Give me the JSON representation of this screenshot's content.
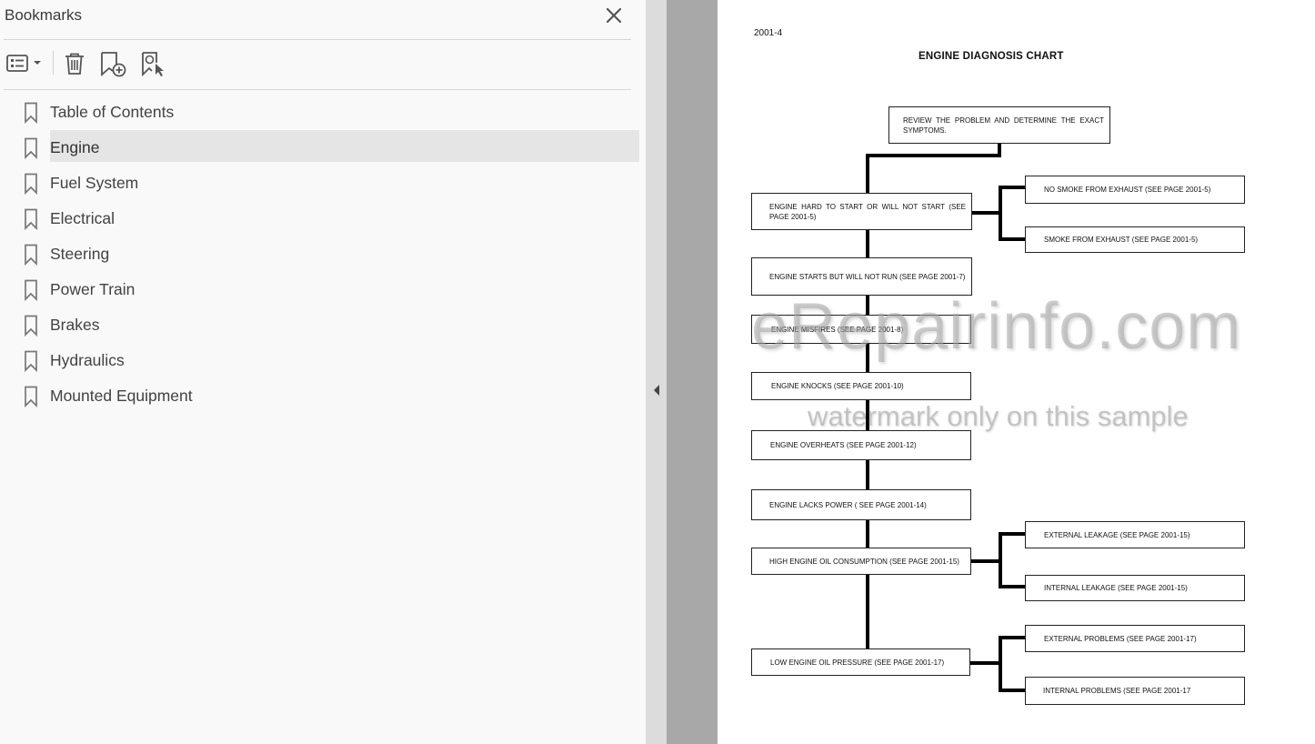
{
  "panel": {
    "title": "Bookmarks",
    "close_icon": "close-icon",
    "toolbar": [
      {
        "name": "options-menu-button",
        "icon": "list-options-icon"
      },
      {
        "name": "delete-bookmark-button",
        "icon": "trash-icon"
      },
      {
        "name": "add-bookmark-button",
        "icon": "bookmark-add-icon"
      },
      {
        "name": "find-bookmark-button",
        "icon": "bookmark-search-icon"
      }
    ],
    "bookmarks": [
      {
        "label": "Table of Contents",
        "selected": false
      },
      {
        "label": "Engine",
        "selected": true
      },
      {
        "label": "Fuel System",
        "selected": false
      },
      {
        "label": "Electrical",
        "selected": false
      },
      {
        "label": "Steering",
        "selected": false
      },
      {
        "label": "Power Train",
        "selected": false
      },
      {
        "label": "Brakes",
        "selected": false
      },
      {
        "label": "Hydraulics",
        "selected": false
      },
      {
        "label": "Mounted Equipment",
        "selected": false
      }
    ]
  },
  "document": {
    "page_number": "2001-4",
    "title": "ENGINE DIAGNOSIS CHART",
    "boxes": {
      "review": "REVIEW THE PROBLEM AND DETERMINE THE EXACT SYMPTOMS.",
      "hard_start": "ENGINE HARD TO START OR WILL NOT START (SEE PAGE 2001-5)",
      "no_smoke": "NO SMOKE FROM EXHAUST (SEE PAGE 2001-5)",
      "smoke": "SMOKE FROM EXHAUST (SEE PAGE 2001-5)",
      "starts_no_run": "ENGINE STARTS BUT WILL NOT RUN (SEE PAGE 2001-7)",
      "misfires": "ENGINE MISFIRES (SEE PAGE 2001-8)",
      "knocks": "ENGINE KNOCKS (SEE PAGE 2001-10)",
      "overheats": "ENGINE OVERHEATS (SEE PAGE 2001-12)",
      "lacks_power": "ENGINE LACKS POWER ( SEE PAGE 2001-14)",
      "oil_consumption": "HIGH ENGINE OIL CONSUMPTION (SEE PAGE 2001-15)",
      "external_leakage": "EXTERNAL LEAKAGE (SEE PAGE 2001-15)",
      "internal_leakage": "INTERNAL LEAKAGE (SEE PAGE 2001-15)",
      "low_oil_pressure": "LOW ENGINE OIL PRESSURE (SEE PAGE 2001-17)",
      "external_problems": "EXTERNAL PROBLEMS (SEE PAGE 2001-17)",
      "internal_problems": "INTERNAL PROBLEMS (SEE PAGE 2001-17"
    },
    "watermark": "eRepairinfo.com",
    "watermark_note": "watermark only on this sample"
  },
  "colors": {
    "panel_bg": "#f9f9f9",
    "selected_bg": "#e5e5e5",
    "gutter": "#a8a8a8",
    "ink": "#000000"
  }
}
